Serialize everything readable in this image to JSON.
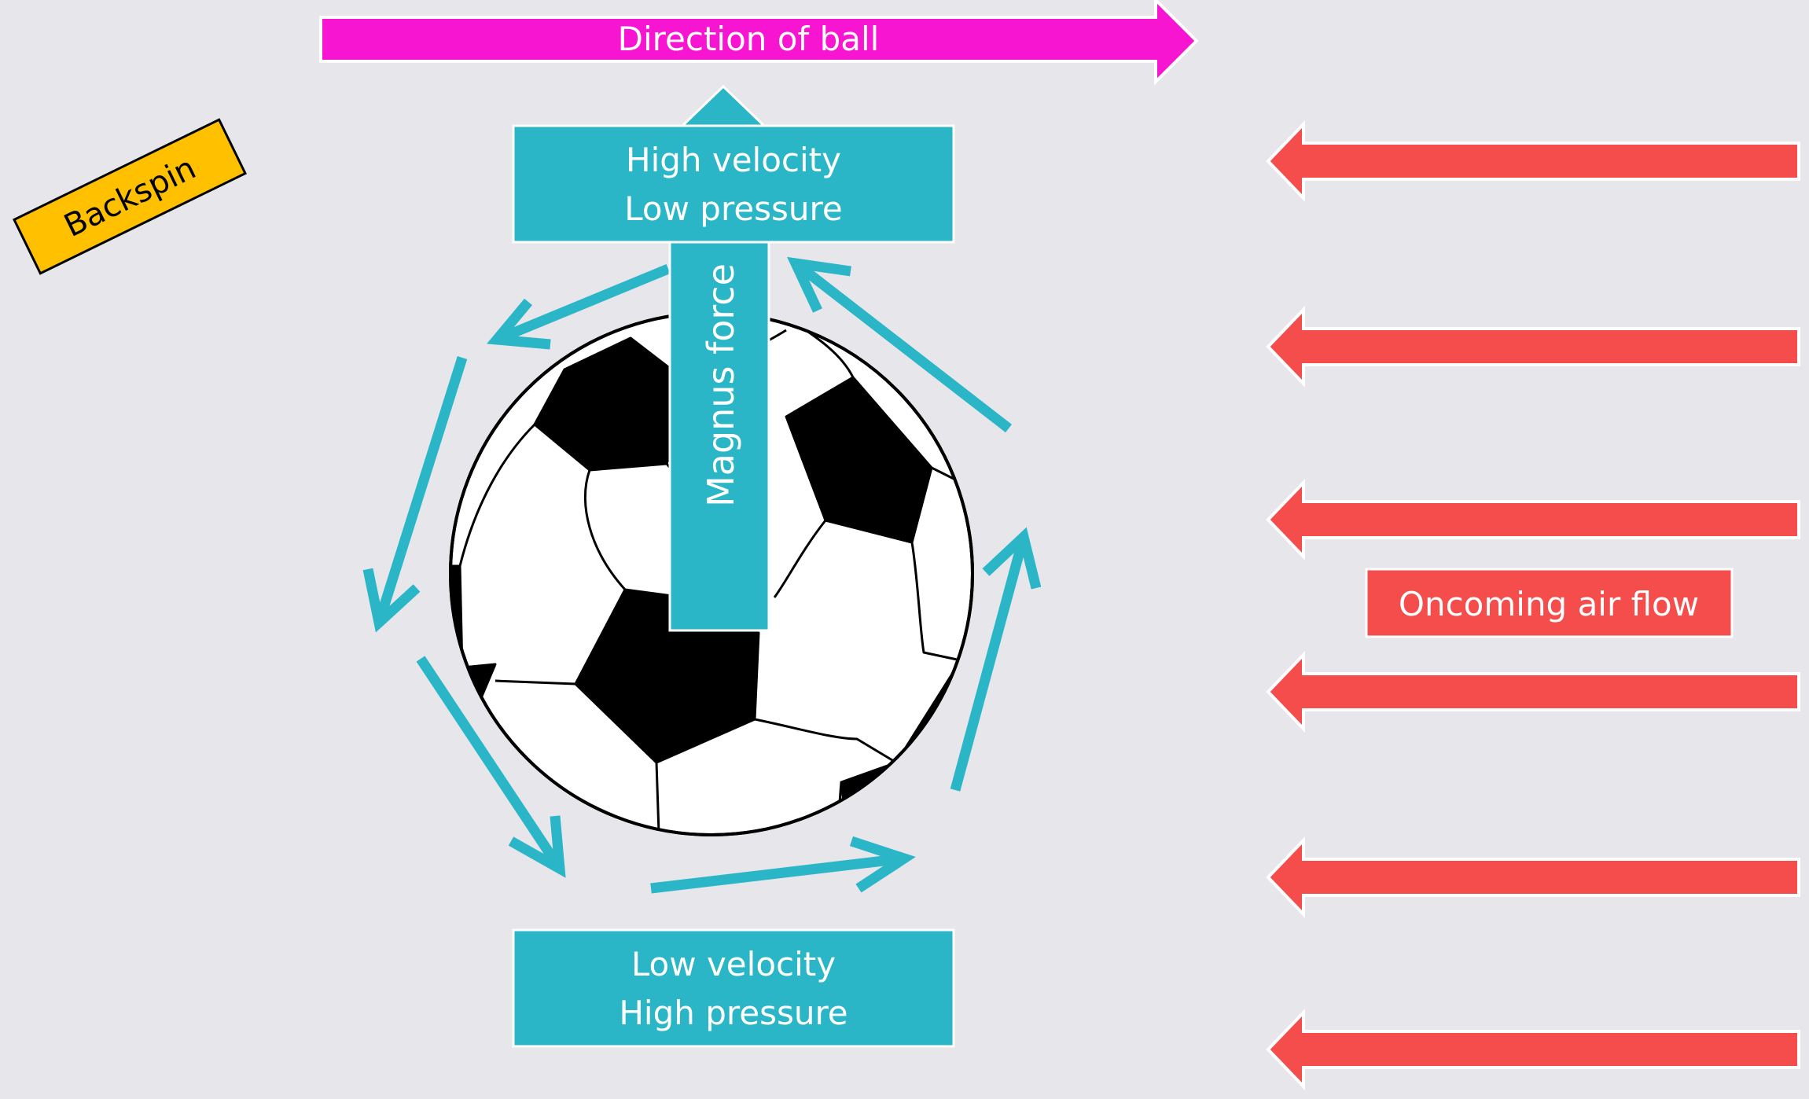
{
  "labels": {
    "direction": "Direction of ball",
    "backspin": "Backspin",
    "top_line1": "High velocity",
    "top_line2": "Low pressure",
    "bottom_line1": "Low velocity",
    "bottom_line2": "High pressure",
    "magnus": "Magnus force",
    "airflow": "Oncoming air flow"
  },
  "colors": {
    "direction_arrow": "#f815d2",
    "backspin_box": "#ffc000",
    "teal": "#2bb6c8",
    "airflow": "#f54c4c",
    "background": "#e6e6eb",
    "ball_black": "#000000",
    "ball_white": "#ffffff"
  },
  "icons": {
    "ball": "soccer-ball-icon",
    "spin_arrows": "curved-arrow-icon",
    "airflow_arrows": "left-arrow-icon",
    "direction_arrow": "right-arrow-icon"
  }
}
